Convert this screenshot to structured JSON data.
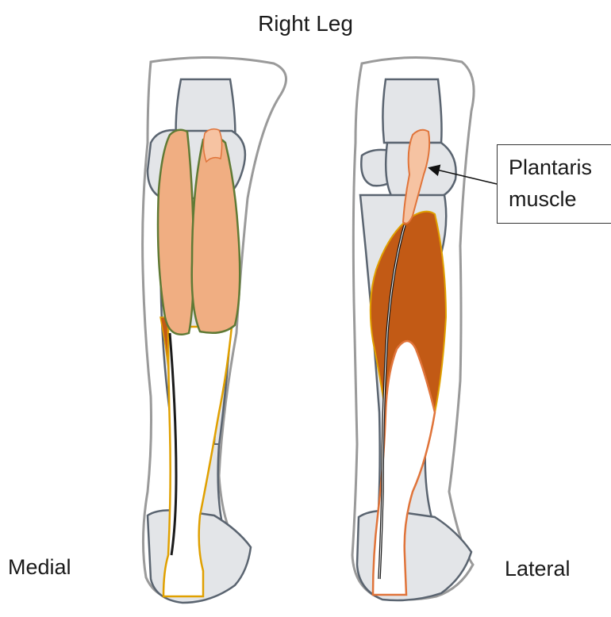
{
  "title": "Right Leg",
  "views": {
    "medial_label": "Medial",
    "lateral_label": "Lateral"
  },
  "callout": {
    "line1": "Plantaris",
    "line2": "muscle"
  },
  "colors": {
    "skin_outline": "#9a9a9a",
    "bone_fill": "#e3e5e8",
    "bone_outline": "#5a6470",
    "gastrocnemius": "#f0ae82",
    "gastrocnemius_outline": "#5f7a35",
    "soleus": "#c25a15",
    "plantaris": "#f6c3a2",
    "plantaris_outline": "#e0743a",
    "tendon_outline": "#e0a000",
    "plantaris_tendon": "#1a1a1a"
  }
}
